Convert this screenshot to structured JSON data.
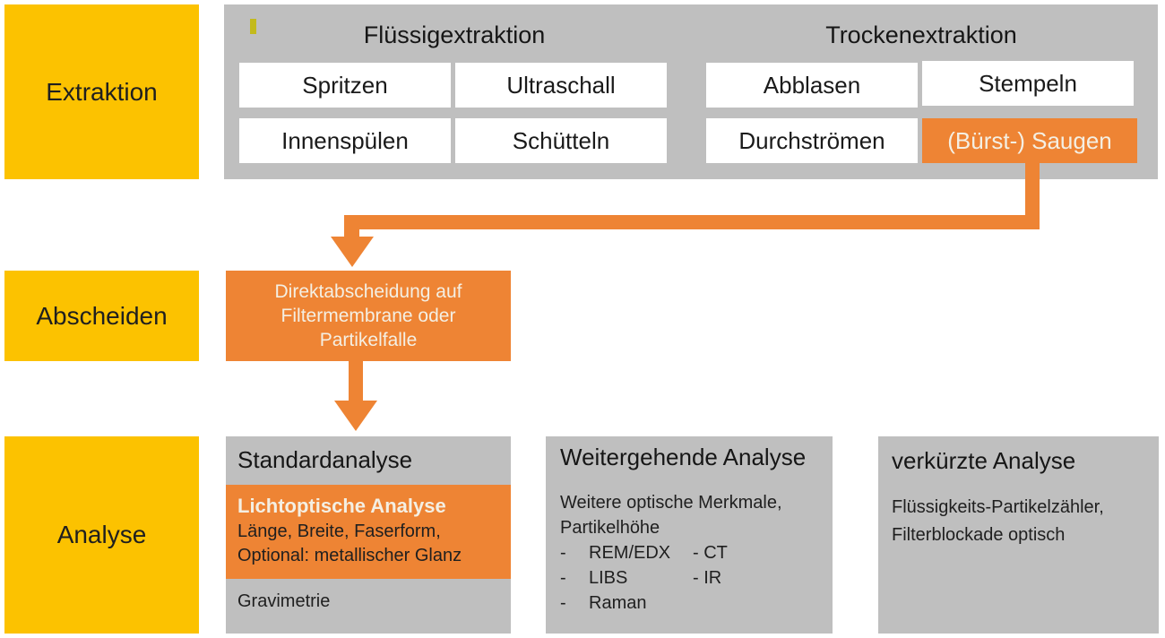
{
  "colors": {
    "stage_yellow": "#fcc200",
    "accent_orange": "#ee8434",
    "panel_gray": "#bfbfbf",
    "cream_text": "#f4efe3",
    "marker_olive": "#c3ba1c",
    "dark_text": "#1a1a1a",
    "method_box_white": "#ffffff"
  },
  "stages": {
    "extraction": "Extraktion",
    "separation": "Abscheiden",
    "analysis": "Analyse"
  },
  "extraction": {
    "groups": [
      {
        "title": "Flüssigextraktion",
        "methods": [
          "Spritzen",
          "Ultraschall",
          "Innenspülen",
          "Schütteln"
        ]
      },
      {
        "title": "Trockenextraktion",
        "methods": [
          "Abblasen",
          "Stempeln",
          "Durchströmen",
          "(Bürst-) Saugen"
        ]
      }
    ],
    "highlighted_method": "(Bürst-) Saugen"
  },
  "separation": {
    "lines": [
      "Direktabscheidung auf",
      "Filtermembrane oder",
      "Partikelfalle"
    ]
  },
  "analysis": {
    "standard": {
      "title": "Standardanalyse",
      "highlight_title": "Lichtoptische Analyse",
      "highlight_lines": [
        "Länge, Breite, Faserform,",
        "Optional: metallischer Glanz"
      ],
      "footer": "Gravimetrie"
    },
    "extended": {
      "title": "Weitergehende Analyse",
      "intro_lines": [
        "Weitere optische Merkmale,",
        "Partikelhöhe"
      ],
      "items": [
        {
          "dash": "-",
          "left": "REM/EDX",
          "right": "- CT"
        },
        {
          "dash": "-",
          "left": "LIBS",
          "right": "- IR"
        },
        {
          "dash": "-",
          "left": "Raman",
          "right": ""
        }
      ]
    },
    "short": {
      "title": "verkürzte Analyse",
      "lines": [
        "Flüssigkeits-Partikelzähler,",
        "Filterblockade optisch"
      ]
    }
  }
}
